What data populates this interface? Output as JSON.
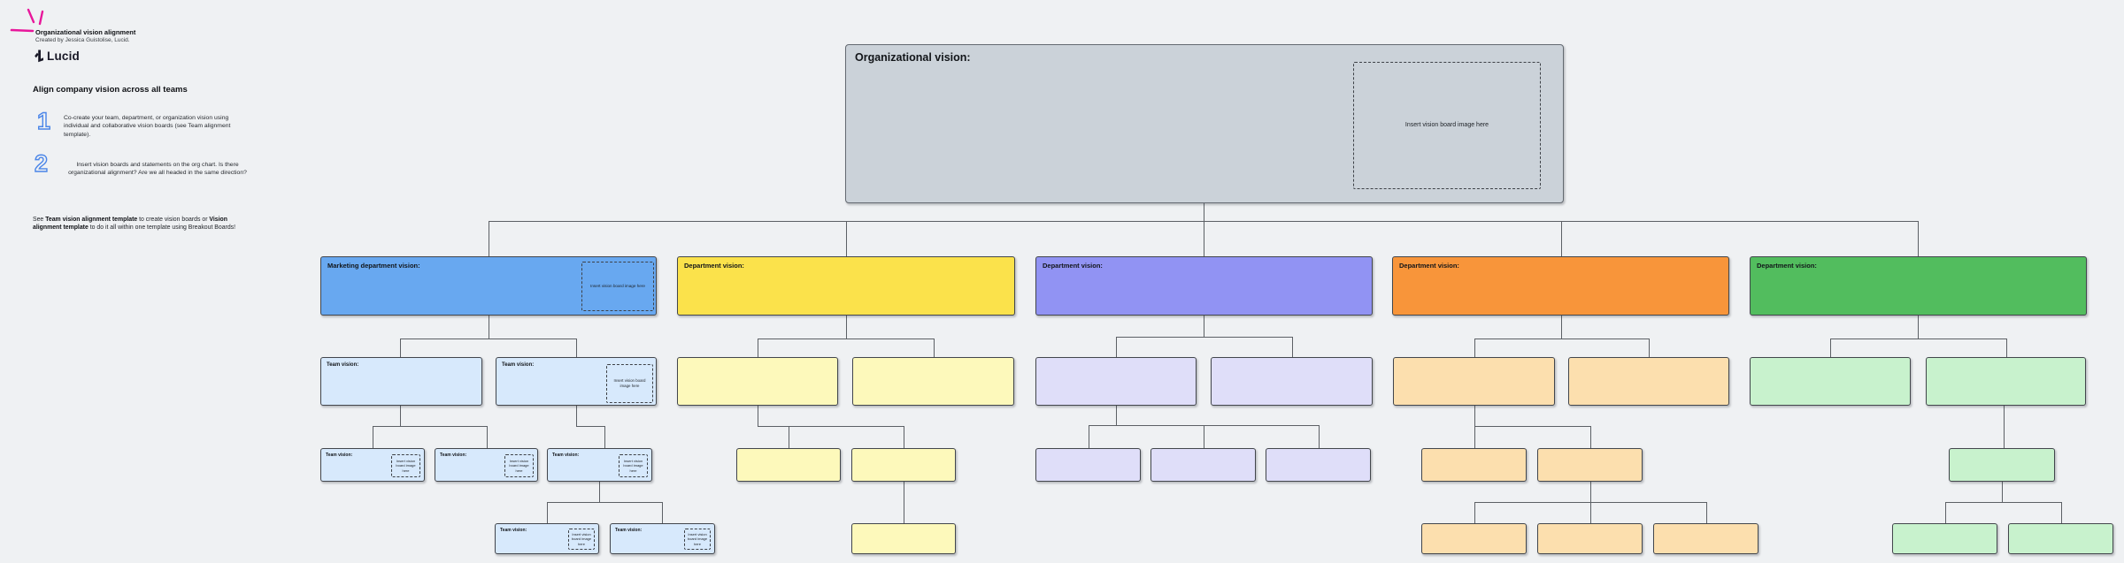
{
  "sidebar": {
    "title": "Organizational vision alignment",
    "byline": "Created by Jessica Guistolise, Lucid.",
    "logo_text": "Lucid",
    "heading": "Align company vision across all teams",
    "steps": [
      {
        "number": "1",
        "text": "Co-create your team, department, or organization vision using individual and collaborative vision boards (see Team alignment template)."
      },
      {
        "number": "2",
        "text": "Insert vision boards and statements on the org chart. Is there organizational alignment? Are we all headed in the same direction?"
      }
    ],
    "footer": {
      "prefix": "See ",
      "bold1": "Team vision alignment template",
      "middle": " to create vision boards or ",
      "bold2": "Vision alignment template",
      "suffix": " to do it all within one template using Breakout Boards!"
    }
  },
  "board": {
    "root_label": "Organizational vision:",
    "marketing_label": "Marketing department vision:",
    "department_label": "Department vision:",
    "team_label": "Team vision:",
    "insert_text": "Insert vision board image here"
  },
  "colors": {
    "accent_pink": "#e8179b",
    "step_number_blue": "#4b86e8",
    "root_gray": "#cbd2d9",
    "blue": "#68a8f0",
    "light_blue": "#d7e9fc",
    "yellow": "#fbe24b",
    "light_yellow": "#fdf9bb",
    "purple": "#9193f3",
    "light_purple": "#dfdef9",
    "orange": "#f8953a",
    "light_orange": "#fcdfae",
    "green": "#52bd5e",
    "light_green": "#c8f2cd",
    "connector": "#5c6065"
  }
}
